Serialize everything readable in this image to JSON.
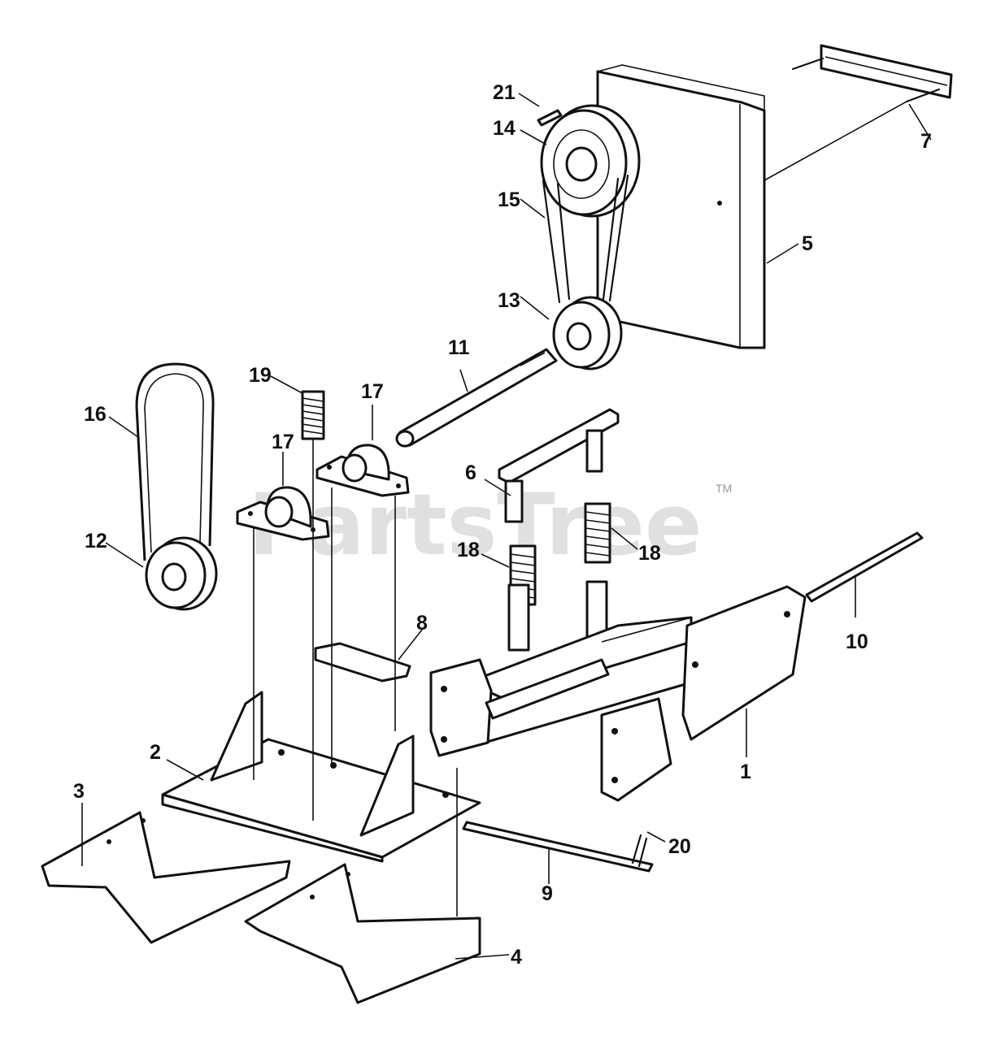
{
  "watermark": {
    "text": "PartsTree",
    "trademark": "TM"
  },
  "callouts": {
    "c1": "1",
    "c2": "2",
    "c3": "3",
    "c4": "4",
    "c5": "5",
    "c6": "6",
    "c7": "7",
    "c8": "8",
    "c9": "9",
    "c10": "10",
    "c11": "11",
    "c12": "12",
    "c13": "13",
    "c14": "14",
    "c15": "15",
    "c16": "16",
    "c17a": "17",
    "c17b": "17",
    "c18a": "18",
    "c18b": "18",
    "c19": "19",
    "c20": "20",
    "c21": "21"
  },
  "colors": {
    "ink": "#111111",
    "watermark": "#c8c8c8",
    "background": "#ffffff"
  }
}
